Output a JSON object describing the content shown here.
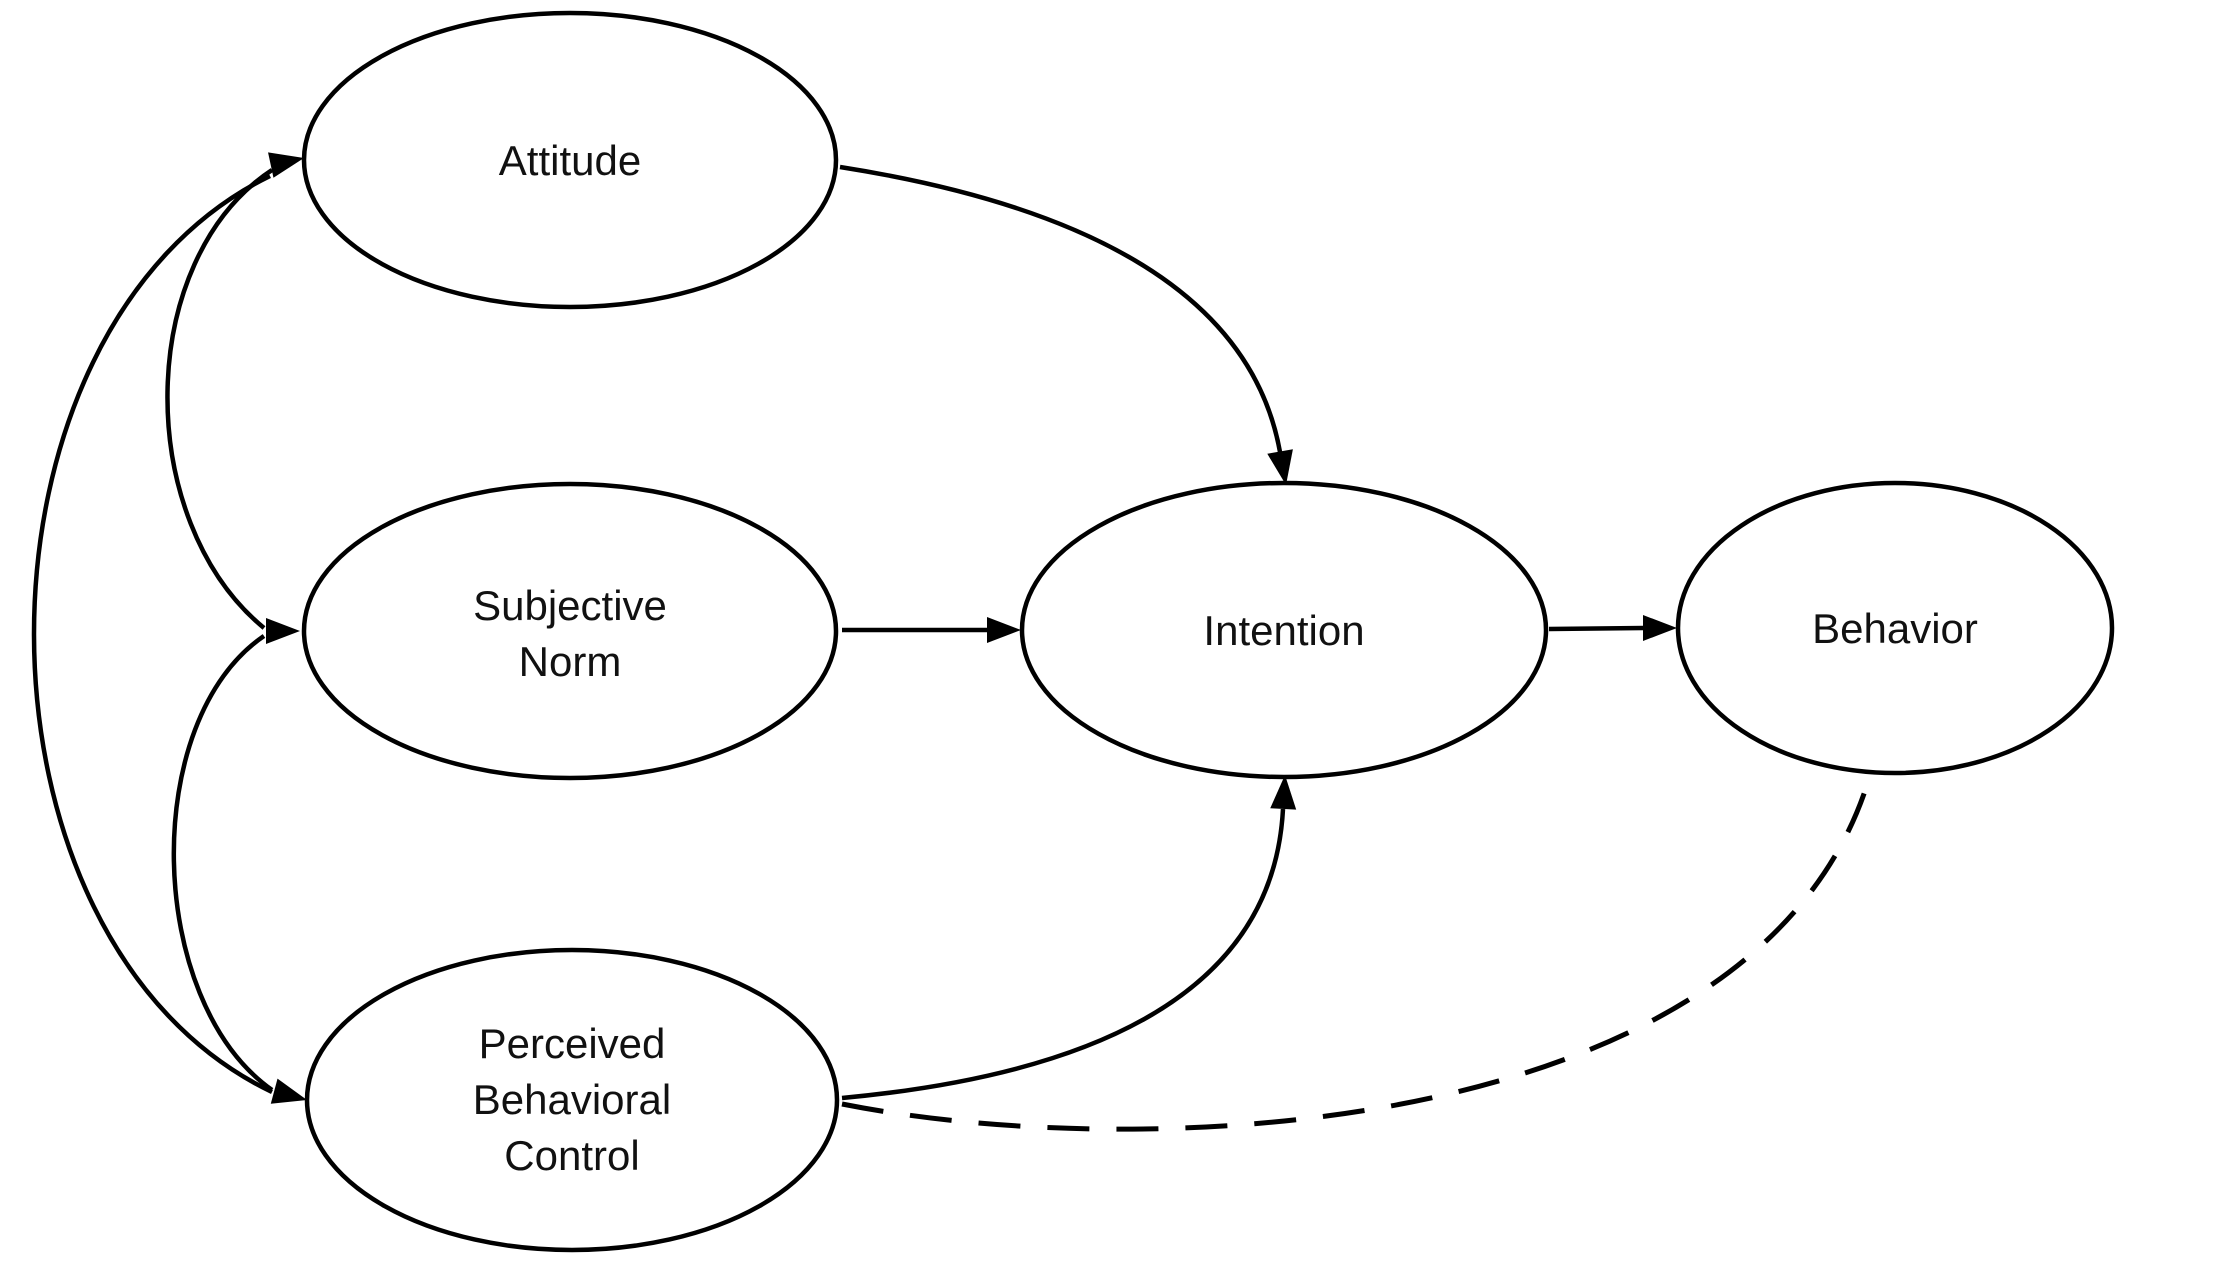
{
  "page": {
    "background_color": "#ffffff",
    "stroke_color": "#000000",
    "text_color": "#111111"
  },
  "diagram": {
    "type": "concept-diagram",
    "model": "theory-of-planned-behavior",
    "nodes": {
      "attitude": {
        "lines": [
          "Attitude"
        ]
      },
      "subjective_norm": {
        "lines": [
          "Subjective",
          "Norm"
        ]
      },
      "perceived_behavioral_control": {
        "lines": [
          "Perceived",
          "Behavioral",
          "Control"
        ]
      },
      "intention": {
        "lines": [
          "Intention"
        ]
      },
      "behavior": {
        "lines": [
          "Behavior"
        ]
      }
    },
    "edges": [
      {
        "from": "attitude",
        "to": "intention",
        "style": "solid-curved",
        "arrowhead": "at-intention-top"
      },
      {
        "from": "subjective_norm",
        "to": "intention",
        "style": "solid-straight",
        "arrowhead": "at-intention-left"
      },
      {
        "from": "perceived_behavioral_control",
        "to": "intention",
        "style": "solid-curved",
        "arrowhead": "at-intention-bottom"
      },
      {
        "from": "intention",
        "to": "behavior",
        "style": "solid-straight",
        "arrowhead": "at-behavior-left"
      },
      {
        "from": "perceived_behavioral_control",
        "to": "behavior",
        "style": "dashed-curved",
        "arrowhead": "none"
      },
      {
        "from": "attitude",
        "to": "subjective_norm",
        "style": "solid-curved-correlation",
        "arrowhead": "shared-at-node-left-vertices"
      },
      {
        "from": "subjective_norm",
        "to": "perceived_behavioral_control",
        "style": "solid-curved-correlation",
        "arrowhead": "shared-at-node-left-vertices"
      },
      {
        "from": "attitude",
        "to": "perceived_behavioral_control",
        "style": "solid-curved-correlation",
        "arrowhead": "shared-at-node-left-vertices"
      }
    ]
  }
}
